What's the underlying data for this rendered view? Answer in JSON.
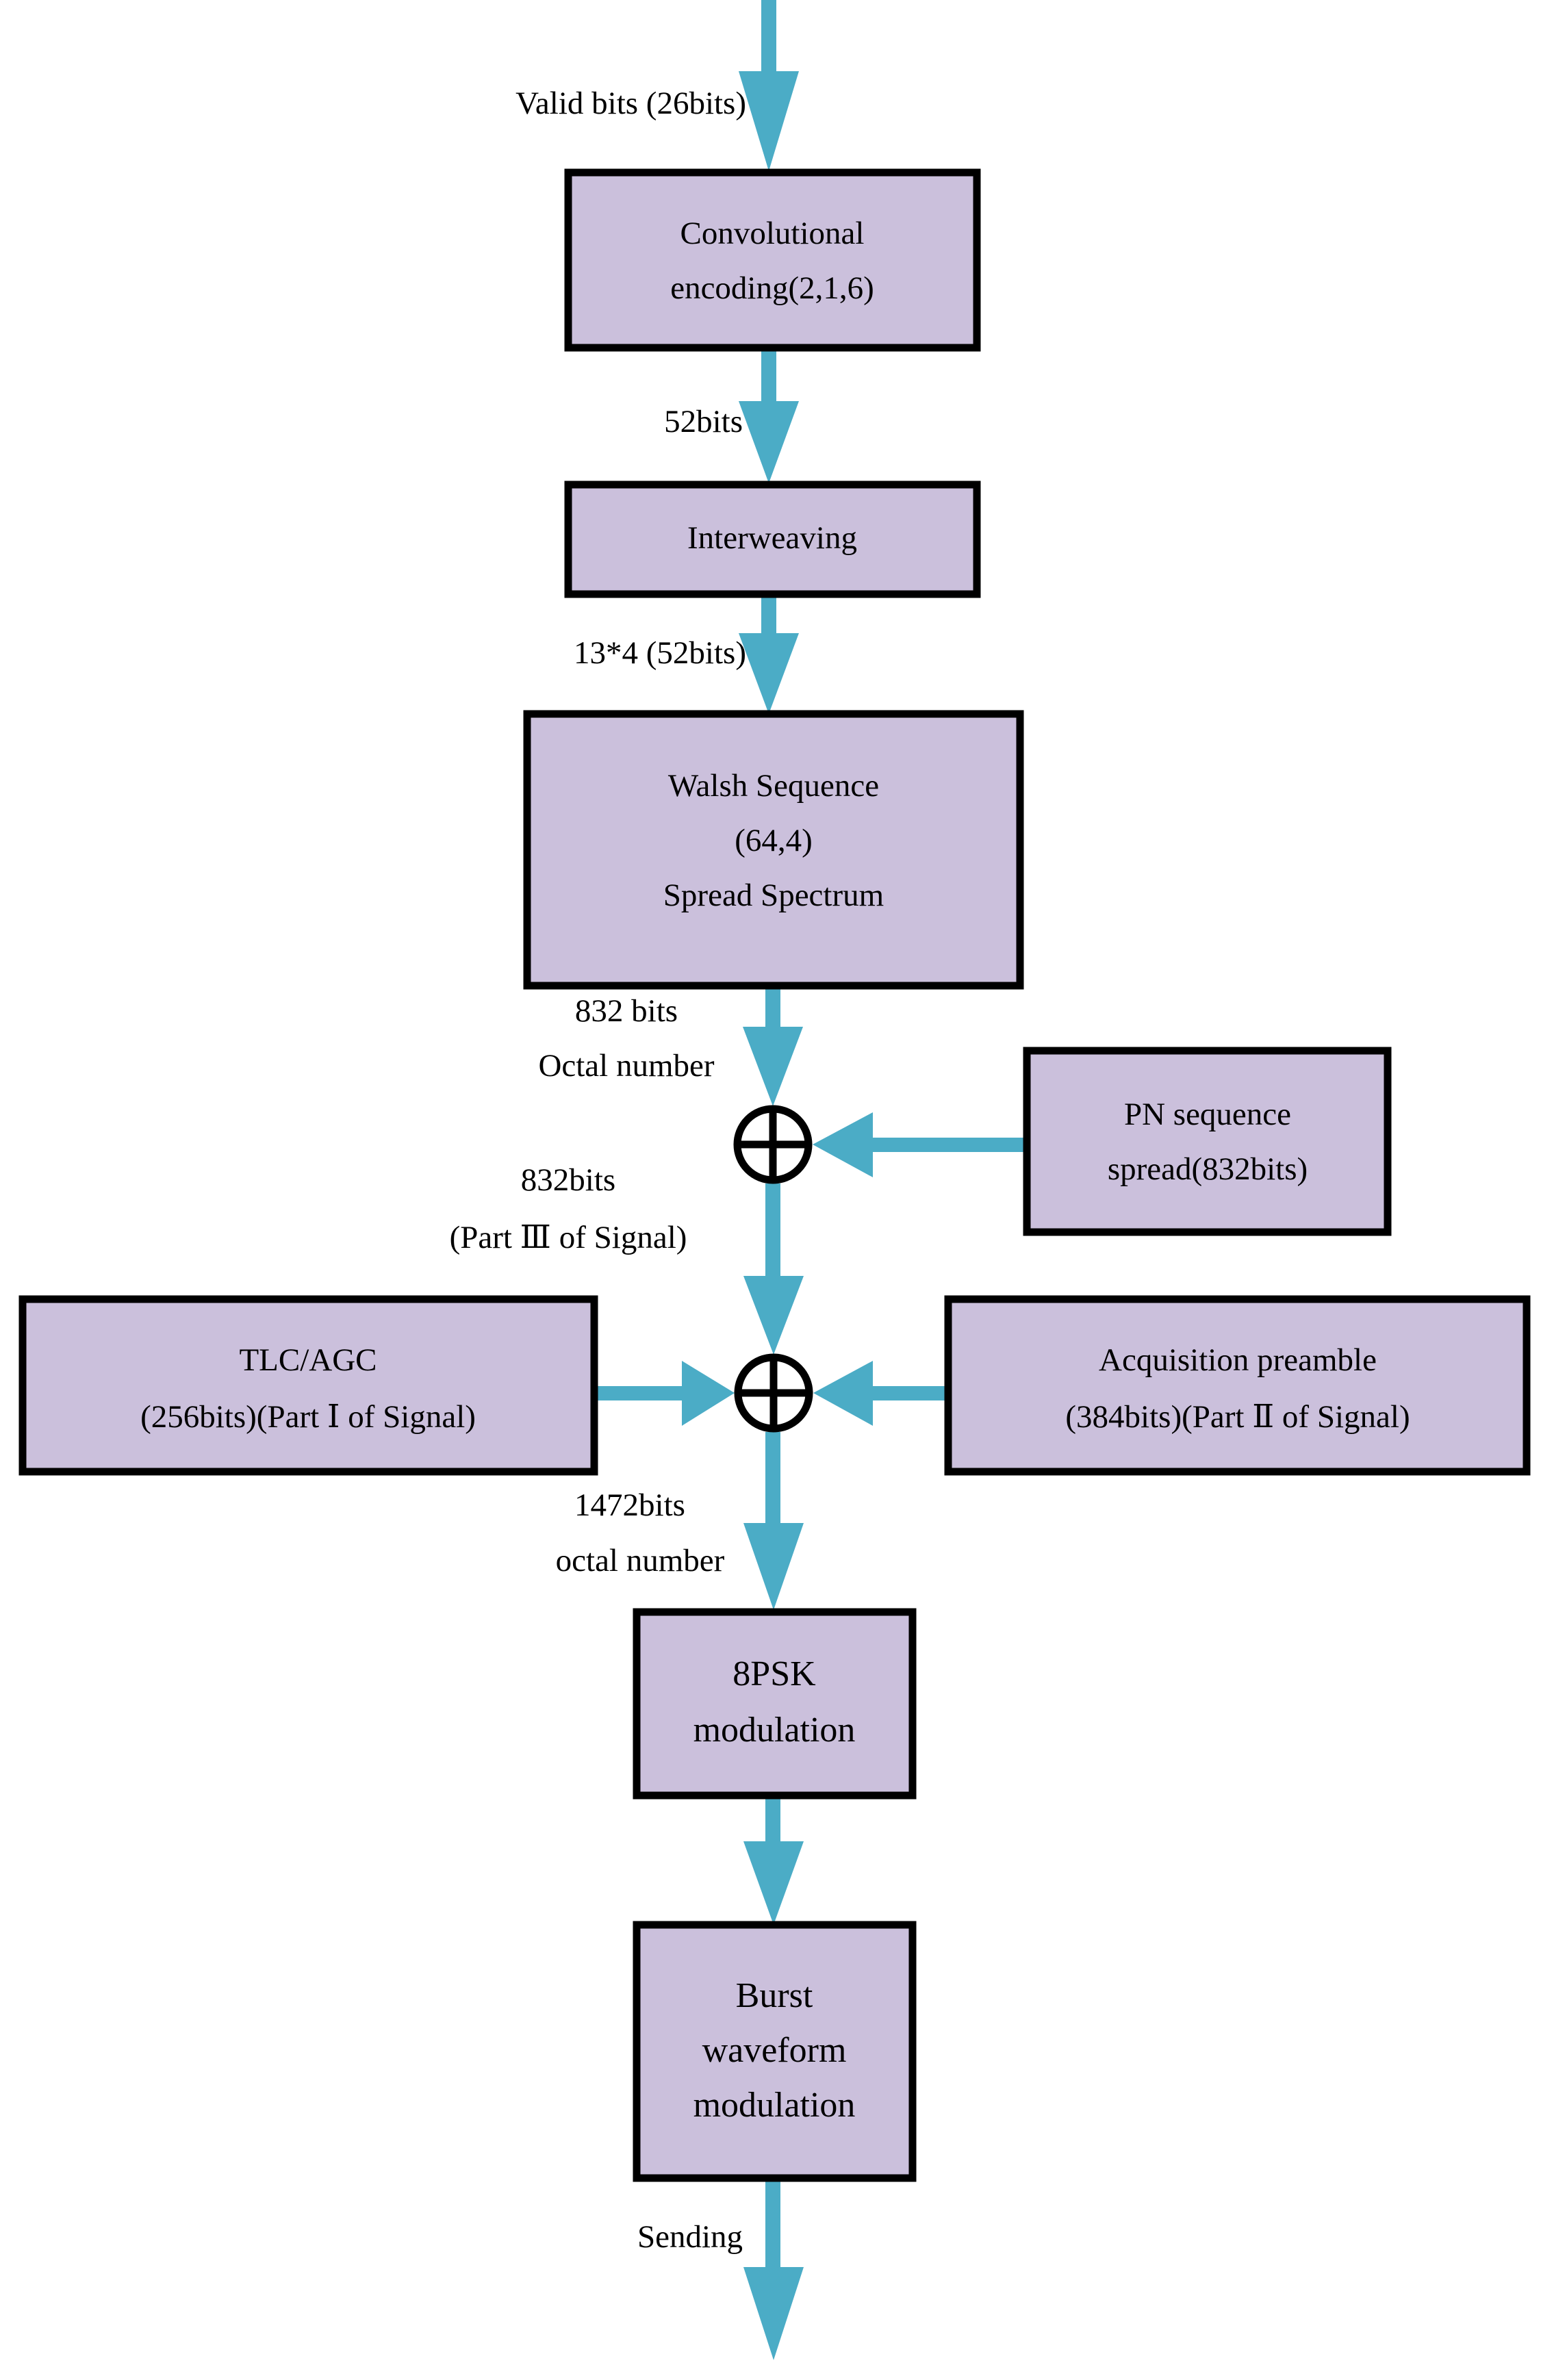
{
  "diagram": {
    "title": "Transmitter signal processing chain block diagram",
    "colors": {
      "block_fill": "#CBC0DC",
      "block_border": "#000000",
      "arrow": "#4BACC6",
      "background": "#FFFFFF",
      "text": "#000000"
    },
    "blocks": [
      {
        "id": "conv",
        "lines": [
          "Convolutional",
          "encoding(2,1,6)"
        ]
      },
      {
        "id": "inter",
        "lines": [
          "Interweaving"
        ]
      },
      {
        "id": "walsh",
        "lines": [
          "Walsh Sequence",
          "(64,4)",
          "Spread Spectrum"
        ]
      },
      {
        "id": "pn",
        "lines": [
          "PN sequence",
          "spread(832bits)"
        ]
      },
      {
        "id": "tlc",
        "lines": [
          "TLC/AGC",
          "(256bits)(Part Ⅰ of Signal)"
        ]
      },
      {
        "id": "acq",
        "lines": [
          "Acquisition preamble",
          "(384bits)(Part Ⅱ of Signal)"
        ]
      },
      {
        "id": "psk",
        "lines": [
          "8PSK",
          "modulation"
        ]
      },
      {
        "id": "burst",
        "lines": [
          "Burst",
          "waveform",
          "modulation"
        ]
      }
    ],
    "edge_labels": [
      {
        "id": "input",
        "lines": [
          "Valid bits (26bits)"
        ]
      },
      {
        "id": "conv_out",
        "lines": [
          "52bits"
        ]
      },
      {
        "id": "inter_out",
        "lines": [
          "13*4 (52bits)"
        ]
      },
      {
        "id": "walsh_out",
        "lines": [
          "832 bits",
          "Octal number"
        ]
      },
      {
        "id": "xor1_out",
        "lines": [
          "832bits",
          "(Part Ⅲ of Signal)"
        ]
      },
      {
        "id": "xor2_out",
        "lines": [
          "1472bits",
          "octal number"
        ]
      },
      {
        "id": "output",
        "lines": [
          "Sending"
        ]
      }
    ],
    "operators": [
      {
        "id": "xor1",
        "symbol": "exclusive-or"
      },
      {
        "id": "xor2",
        "symbol": "exclusive-or"
      }
    ]
  }
}
